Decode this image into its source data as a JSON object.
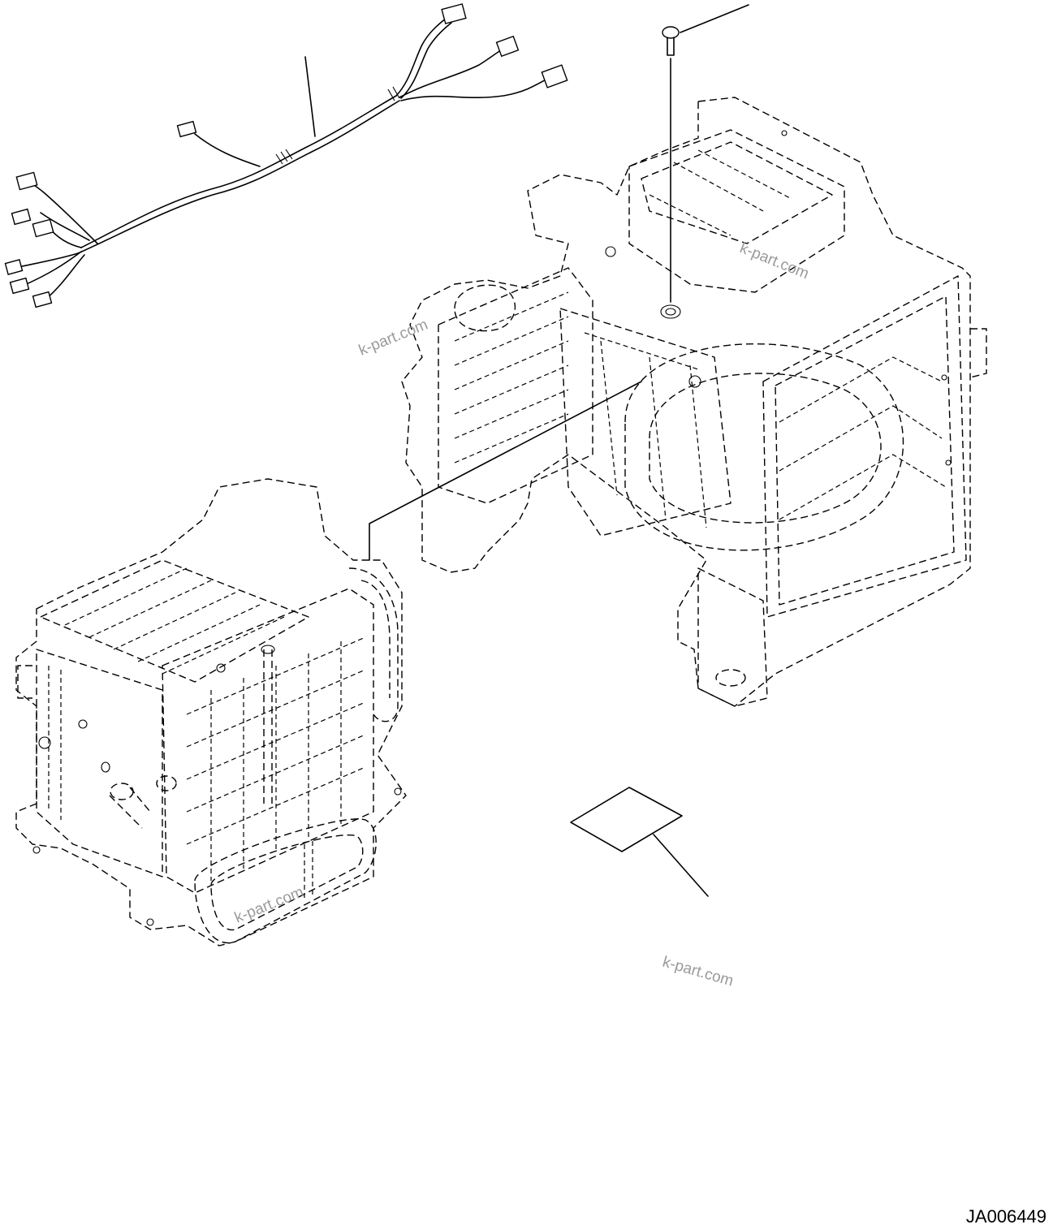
{
  "drawing_code": "JA006449",
  "watermarks": [
    "k-part.com",
    "k-part.com",
    "k-part.com",
    "k-part.com"
  ],
  "parts": {
    "wiring_harness": "wiring harness",
    "screw": "screw",
    "air_conditioner_unit_upper": "air conditioner unit",
    "air_conditioner_unit_lower": "air conditioner unit",
    "label_plate": "label"
  }
}
